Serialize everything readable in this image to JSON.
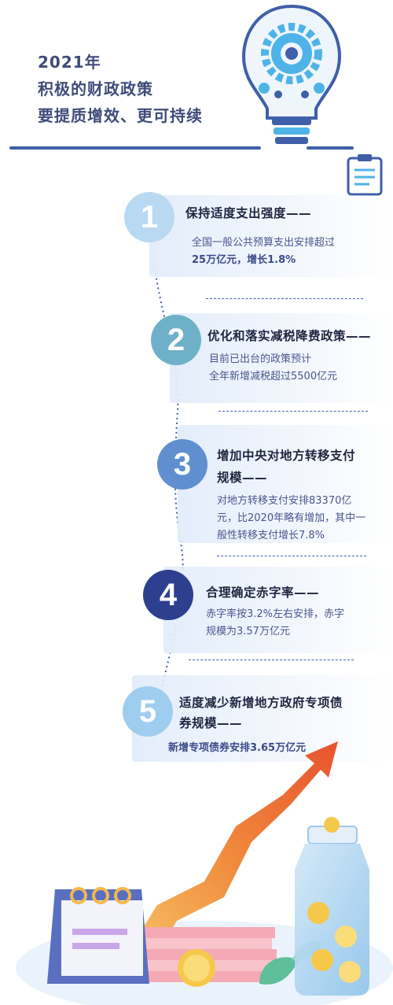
{
  "header": {
    "title_lines": [
      "2021年",
      "积极的财政政策",
      "要提质增效、更可持续"
    ]
  },
  "items": [
    {
      "number": "1",
      "title": "保持适度支出强度——",
      "body_lines": [
        "全国一般公共预算支出安排超过",
        "25万亿元，增长1.8%"
      ]
    },
    {
      "number": "2",
      "title": "优化和落实减税降费政策——",
      "body_lines": [
        "目前已出台的政策预计",
        "全年新增减税超过5500亿元"
      ]
    },
    {
      "number": "3",
      "title_lines": [
        "增加中央对地方转移支付",
        "规模——"
      ],
      "body_lines": [
        "对地方转移支付安排83370亿",
        "元，比2020年略有增加，其中一",
        "般性转移支付增长7.8%"
      ]
    },
    {
      "number": "4",
      "title": "合理确定赤字率——",
      "body_lines": [
        "赤字率按3.2%左右安排，赤字",
        "规模为3.57万亿元"
      ]
    },
    {
      "number": "5",
      "title_lines": [
        "适度减少新增地方政府专项债",
        "券规模——"
      ],
      "body_lines": [
        "新增专项债券安排3.65万亿元"
      ]
    }
  ],
  "colors": {
    "circle_1": "#b9d9f2",
    "circle_2": "#6fb0c9",
    "circle_3": "#5f8fcf",
    "circle_4": "#2f3f8f",
    "circle_5": "#9fcdef",
    "accent": "#3f5fa8",
    "arrow": "#e8522f"
  },
  "icons": {
    "bulb": "lightbulb-gear-icon",
    "clipboard": "clipboard-icon",
    "calendar": "calendar-icon",
    "jar": "coin-jar-icon"
  }
}
